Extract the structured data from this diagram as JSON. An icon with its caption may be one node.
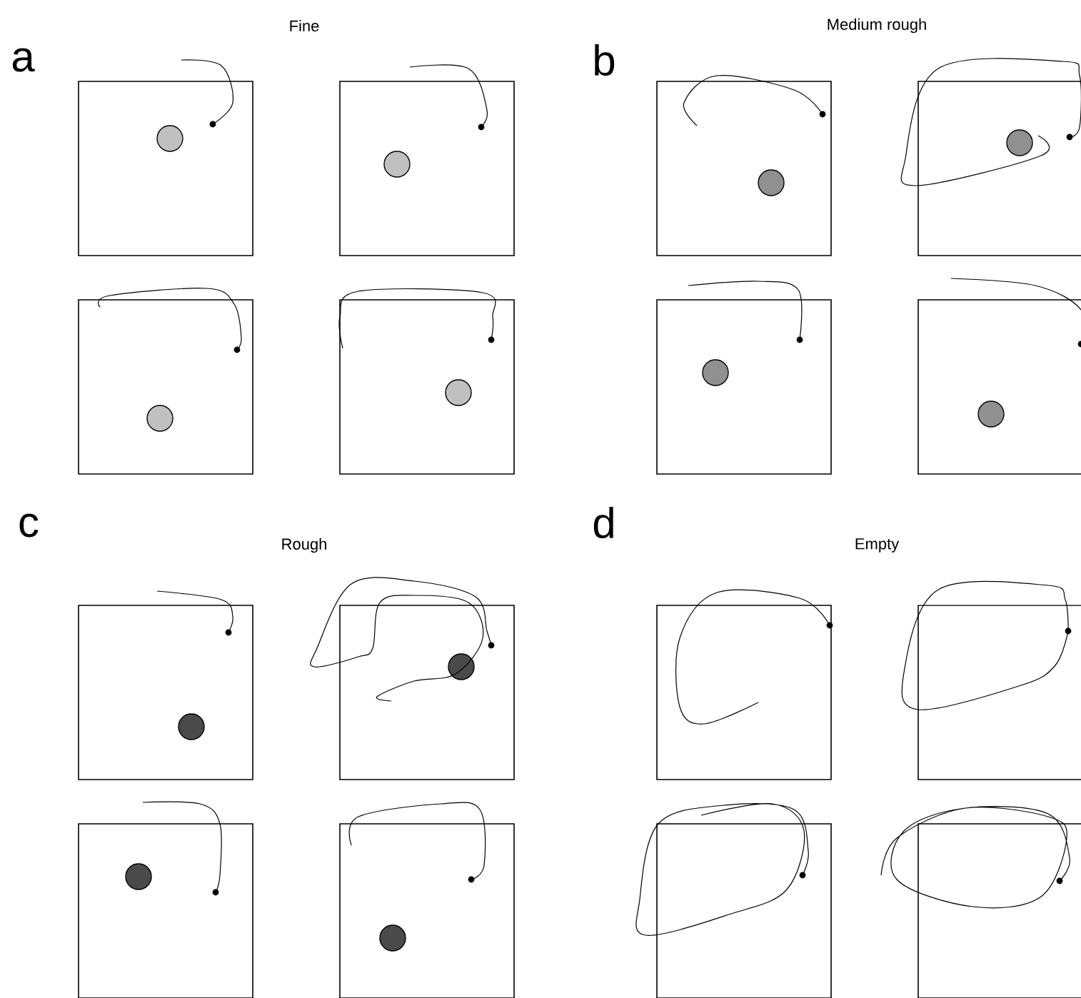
{
  "diagram": {
    "labels": [
      "a",
      "Fine",
      "b",
      "Medium rough",
      "c",
      "Rough",
      "d",
      "Empty"
    ]
  }
}
